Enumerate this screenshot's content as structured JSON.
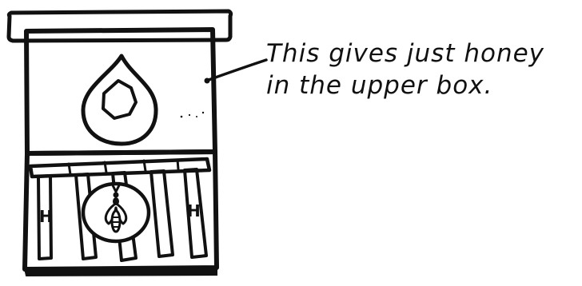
{
  "diagram": {
    "caption": {
      "line1": "This gives just honey",
      "line2": "in the upper box."
    },
    "frame_labels": {
      "left": "H",
      "right": "H"
    },
    "icons": {
      "honey": "honey-drop-icon",
      "bee": "queen-bee-icon"
    }
  }
}
